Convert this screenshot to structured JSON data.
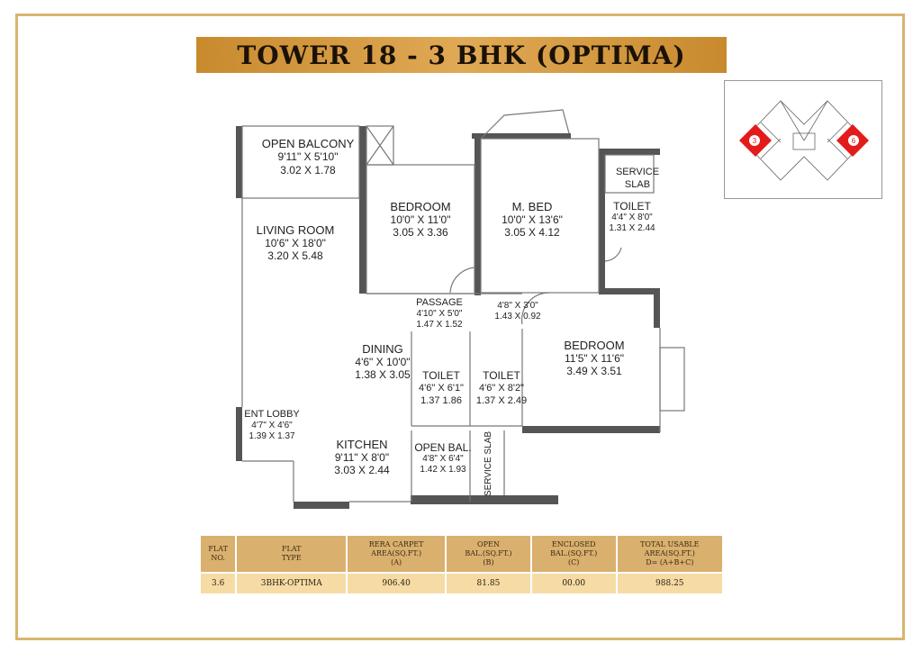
{
  "title": "TOWER 18 - 3 BHK (OPTIMA)",
  "keyplan": {
    "flat_a": "3",
    "flat_b": "6",
    "accent": "#e31b1b"
  },
  "rooms": [
    {
      "name": "OPEN BALCONY",
      "line2": "",
      "dim_ft": "9'11\" X 5'10\"",
      "dim_m": "3.02 X 1.78"
    },
    {
      "name": "BEDROOM",
      "dim_ft": "10'0\" X 11'0\"",
      "dim_m": "3.05 X 3.36"
    },
    {
      "name": "M. BED",
      "dim_ft": "10'0\" X 13'6\"",
      "dim_m": "3.05 X 4.12"
    },
    {
      "name": "SERVICE",
      "name2": "SLAB"
    },
    {
      "name": "TOILET",
      "dim_ft": "4'4\" X 8'0\"",
      "dim_m": "1.31 X 2.44"
    },
    {
      "name": "LIVING ROOM",
      "dim_ft": "10'6\" X 18'0\"",
      "dim_m": "3.20 X 5.48"
    },
    {
      "name": "PASSAGE",
      "dim_ft": "4'10\" X 5'0\"",
      "dim_m": "1.47 X 1.52"
    },
    {
      "dim_ft": "4'8\" X 3'0\"",
      "dim_m": "1.43 X 0.92"
    },
    {
      "name": "DINING",
      "dim_ft": "4'6\" X 10'0\"",
      "dim_m": "1.38 X 3.05"
    },
    {
      "name": "BEDROOM",
      "dim_ft": "11'5\" X 11'6\"",
      "dim_m": "3.49 X 3.51"
    },
    {
      "name": "TOILET",
      "dim_ft": "4'6\" X 6'1\"",
      "dim_m": "1.37 1.86"
    },
    {
      "name": "TOILET",
      "dim_ft": "4'6\" X 8'2\"",
      "dim_m": "1.37 X 2.49"
    },
    {
      "name": "ENT LOBBY",
      "dim_ft": "4'7\" X 4'6\"",
      "dim_m": "1.39 X 1.37"
    },
    {
      "name": "KITCHEN",
      "dim_ft": "9'11\" X 8'0\"",
      "dim_m": "3.03 X 2.44"
    },
    {
      "name": "OPEN BAL.",
      "dim_ft": "4'8\" X 6'4\"",
      "dim_m": "1.42 X 1.93"
    },
    {
      "name": "SERVICE SLAB"
    }
  ],
  "table": {
    "headers": [
      [
        "FLAT",
        "NO."
      ],
      [
        "FLAT",
        "TYPE"
      ],
      [
        "RERA CARPET",
        "AREA(SQ.FT.)",
        "(A)"
      ],
      [
        "OPEN",
        "BAL.(SQ.FT.)",
        "(B)"
      ],
      [
        "ENCLOSED",
        "BAL.(SQ.FT.)",
        "(C)"
      ],
      [
        "TOTAL USABLE",
        "AREA(SQ.FT.)",
        "D= (A+B+C)"
      ]
    ],
    "row": [
      "3.6",
      "3BHK-OPTIMA",
      "906.40",
      "81.85",
      "00.00",
      "988.25"
    ]
  }
}
